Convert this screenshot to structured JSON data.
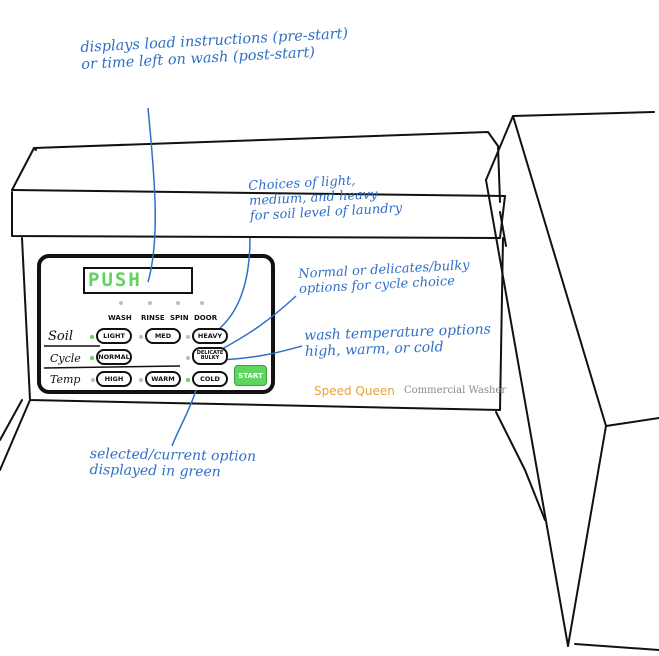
{
  "annotations": {
    "display_note": [
      "displays load instructions (pre-start)",
      "or time left on wash (post-start)"
    ],
    "soil_note": [
      "Choices of light,",
      "medium, and heavy",
      "for soil level of laundry"
    ],
    "cycle_note": [
      "Normal or delicates/bulky",
      "options for cycle choice"
    ],
    "temp_note": [
      "wash temperature options",
      "high, warm, or cold"
    ],
    "selected_note": [
      "selected/current option",
      "displayed in green"
    ]
  },
  "panel": {
    "display_text": "PUSH",
    "status_headers": [
      "WASH",
      "RINSE",
      "SPIN",
      "DOOR"
    ],
    "row_labels": {
      "soil": "Soil",
      "cycle": "Cycle",
      "temp": "Temp"
    },
    "soil_buttons": [
      "LIGHT",
      "MED",
      "HEAVY"
    ],
    "cycle_buttons": [
      "NORMAL",
      "DELICATE BULKY"
    ],
    "temp_buttons": [
      "HIGH",
      "WARM",
      "COLD"
    ],
    "start_label": "START",
    "brand": "Speed Queen",
    "model": "Commercial Washer"
  },
  "colors": {
    "annotation": "#2f6fc6",
    "selected": "#5fd45f",
    "brand": "#e8a33c",
    "model": "#8a8a8a"
  }
}
